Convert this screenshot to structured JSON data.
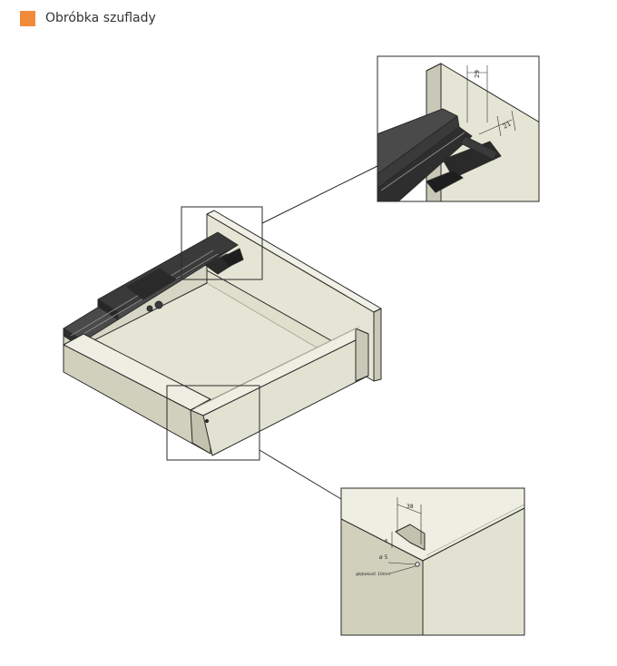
{
  "header": {
    "title": "Obróbka szuflady",
    "accent_color": "#f28a3c",
    "icon": "orange-square-icon"
  },
  "detail_top": {
    "dim_top": "29",
    "dim_side": "21"
  },
  "detail_bottom": {
    "dim_width": "38",
    "dim_height": "8",
    "hole_diameter": "ø 5",
    "hole_depth": "głębokość 10mm"
  },
  "colors": {
    "panel_face": "#e3e3d3",
    "panel_side": "#c9c9b5",
    "panel_top": "#eeeee2",
    "rail_dark": "#3a3a3a",
    "outline": "#2a2a2a"
  }
}
